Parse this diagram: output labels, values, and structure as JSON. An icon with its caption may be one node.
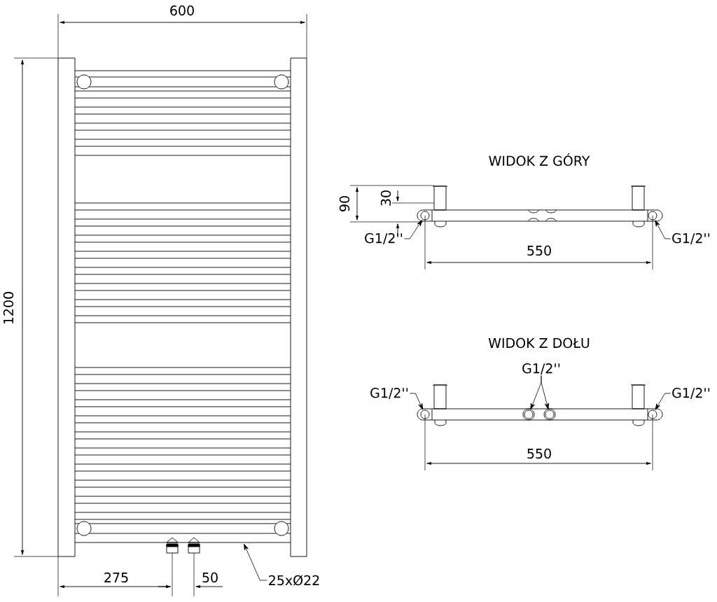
{
  "diagram": {
    "nodes": [
      {
        "text": [
          "25xØ22"
        ]
      },
      {
        "text": [
          "G1/2''"
        ]
      },
      {
        "text": [],
        "shape": "circle"
      },
      {
        "text": [
          "G1/2''"
        ]
      },
      {
        "text": [],
        "shape": "circle"
      },
      {
        "text": [
          "G1/2''"
        ]
      },
      {
        "text": [],
        "shape": "circle"
      },
      {
        "text": [
          "G1/2''"
        ]
      },
      {
        "text": [],
        "shape": "circle"
      },
      {
        "text": [],
        "shape": "circle"
      },
      {
        "text": [
          "G1/2''"
        ]
      },
      {
        "text": [],
        "shape": "circle"
      }
    ],
    "edges": [
      {
        "from": 0,
        "to": null,
        "arrow": "to"
      },
      {
        "from": 1,
        "to": 2,
        "arrow": "to"
      },
      {
        "from": 3,
        "to": 4,
        "arrow": "to"
      },
      {
        "from": 5,
        "to": 6,
        "arrow": "to"
      },
      {
        "from": 7,
        "to": 8,
        "arrow": "to"
      },
      {
        "from": 7,
        "to": 9,
        "arrow": "to"
      },
      {
        "from": 10,
        "to": 11,
        "arrow": "to"
      }
    ],
    "labels": [
      "600",
      "1200",
      "WIDOK Z GÓRY",
      "90",
      "30",
      "550",
      "WIDOK Z DOŁU",
      "550",
      "275",
      "50"
    ]
  }
}
